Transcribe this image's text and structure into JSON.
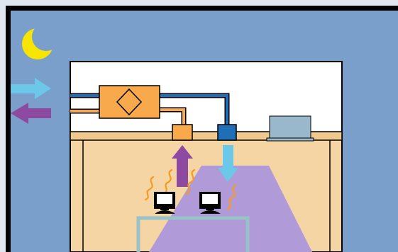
{
  "scene": {
    "time_of_day": "night",
    "moon_icon": "crescent-moon",
    "text_labels": []
  },
  "colors": {
    "background_light": "#dfe7f1",
    "frame_border": "#000000",
    "night_sky": "#7a9fcb",
    "ceiling_void": "#ffffff",
    "room_wall": "#f5d5a3",
    "ceiling_board": "#f1c98e",
    "moon": "#f7e400",
    "heat_recovery_unit": "#f7a94c",
    "fresh_air_duct": "#1f6fb8",
    "exhaust_duct": "#f7a94c",
    "supply_diffuser": "#1f6fb8",
    "exhaust_grille": "#f7a94c",
    "indoor_ac_unit": "#9ab8cc",
    "supply_arrow": "#6cc8e8",
    "exhaust_arrow": "#8e4aa0",
    "airflow_cone": "#b09ad8",
    "desk_outline": "#98c2c8",
    "heat_squiggle": "#f59a22",
    "monitor": "#000000"
  },
  "airflows": {
    "outdoor_intake": "fresh-air-in",
    "outdoor_exhaust": "stale-air-out",
    "room_supply": "down",
    "room_exhaust": "up"
  },
  "equipment": {
    "monitors": 2,
    "heat_sources": 4
  }
}
